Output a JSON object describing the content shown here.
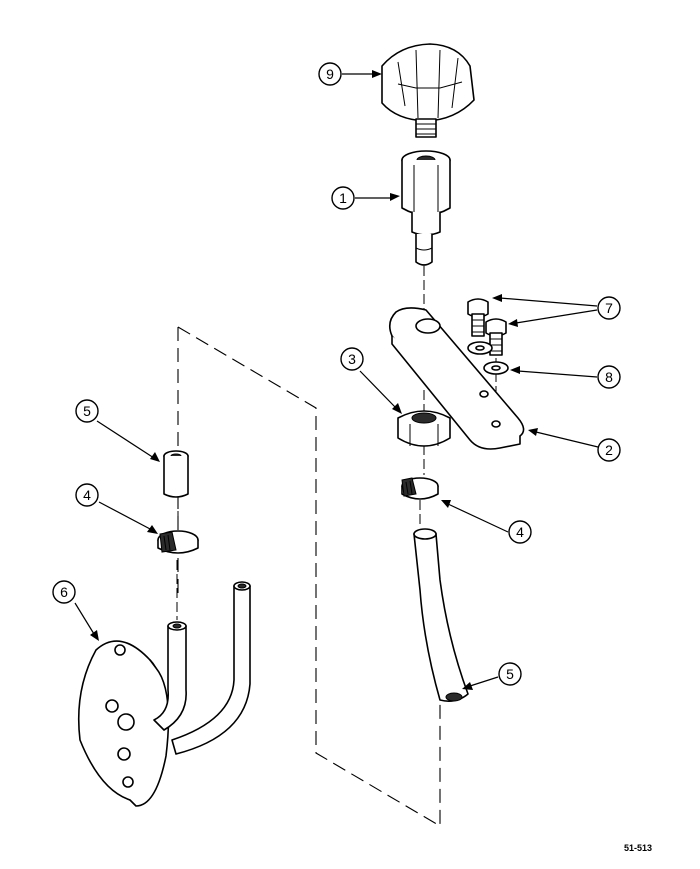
{
  "callouts": {
    "c9": "9",
    "c1": "1",
    "c7": "7",
    "c8": "8",
    "c3": "3",
    "c2": "2",
    "c5_top": "5",
    "c4_left": "4",
    "c4_right": "4",
    "c6": "6",
    "c5_bottom": "5"
  },
  "figure_reference": "51-513"
}
